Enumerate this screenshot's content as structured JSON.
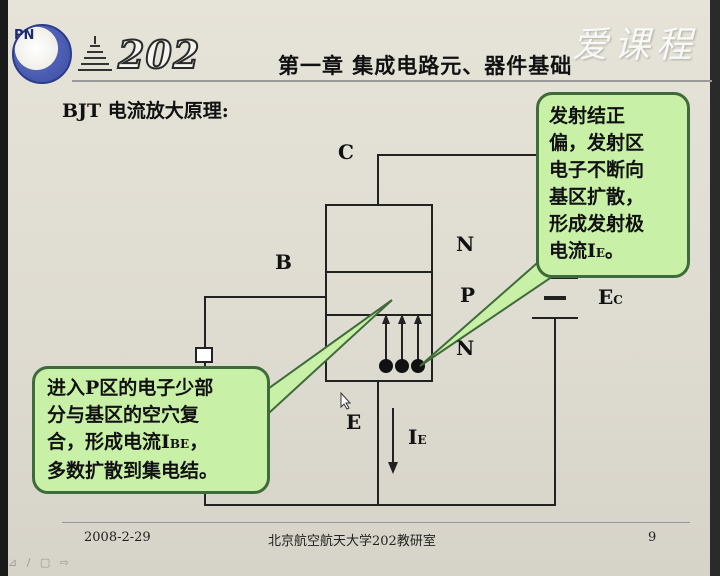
{
  "header": {
    "logo_text": "PN",
    "logo_number": "202",
    "chapter_title": "第一章  集成电路元、器件基础",
    "watermark": "爱课程"
  },
  "slide": {
    "heading": "BJT 电流放大原理:"
  },
  "diagram": {
    "collector_label": "C",
    "base_label": "B",
    "emitter_label": "E",
    "region_top": "N",
    "region_middle": "P",
    "region_bottom": "N",
    "supply_label": "E",
    "supply_sub": "C",
    "current_label": "I",
    "current_sub": "E"
  },
  "callout_right": {
    "line1": "发射结正",
    "line2": "偏，发射区",
    "line3": "电子不断向",
    "line4": "基区扩散，",
    "line5": "形成发射极",
    "line6_prefix": "电流I",
    "line6_sub": "E",
    "line6_suffix": "。"
  },
  "callout_left": {
    "line1": "进入P区的电子少部",
    "line2": "分与基区的空穴复",
    "line3_prefix": "合，形成电流I",
    "line3_sub": "BE",
    "line3_suffix": "，",
    "line4": "多数扩散到集电结。"
  },
  "footer": {
    "date": "2008-2-29",
    "organization": "北京航空航天大学202教研室",
    "page_number": "9"
  },
  "nav": {
    "controls": "⊿ / ▢ ⇨"
  }
}
